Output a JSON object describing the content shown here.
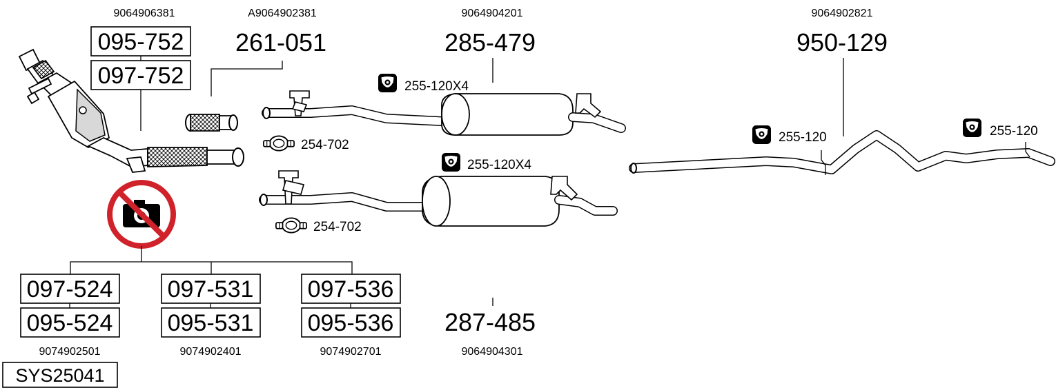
{
  "left_group": {
    "oem_top": "9064906381",
    "boxed_codes": [
      "095-752",
      "097-752"
    ],
    "prohibited_icon": "no-photo-prohibited-icon",
    "variants": [
      {
        "top": "097-524",
        "bottom": "095-524",
        "oem": "9074902501"
      },
      {
        "top": "097-531",
        "bottom": "095-531",
        "oem": "9074902401"
      },
      {
        "top": "097-536",
        "bottom": "095-536",
        "oem": "9074902701"
      }
    ],
    "system_code": "SYS25041"
  },
  "flex_pipe": {
    "oem": "A9064902381",
    "code": "261-051"
  },
  "center_muffler_upper": {
    "oem": "9064904201",
    "code": "285-479",
    "hanger_icon": "rubber-hanger-icon",
    "hanger_label": "255-120X4",
    "clamp_icon": "clamp-icon",
    "clamp_label": "254-702"
  },
  "center_muffler_lower": {
    "code": "287-485",
    "oem": "9064904301",
    "hanger_icon": "rubber-hanger-icon",
    "hanger_label": "255-120X4",
    "clamp_icon": "clamp-icon",
    "clamp_label": "254-702"
  },
  "tail_pipe": {
    "oem": "9064902821",
    "code": "950-129",
    "hanger_icon": "rubber-hanger-icon",
    "hanger_labels": [
      "255-120",
      "255-120"
    ]
  }
}
